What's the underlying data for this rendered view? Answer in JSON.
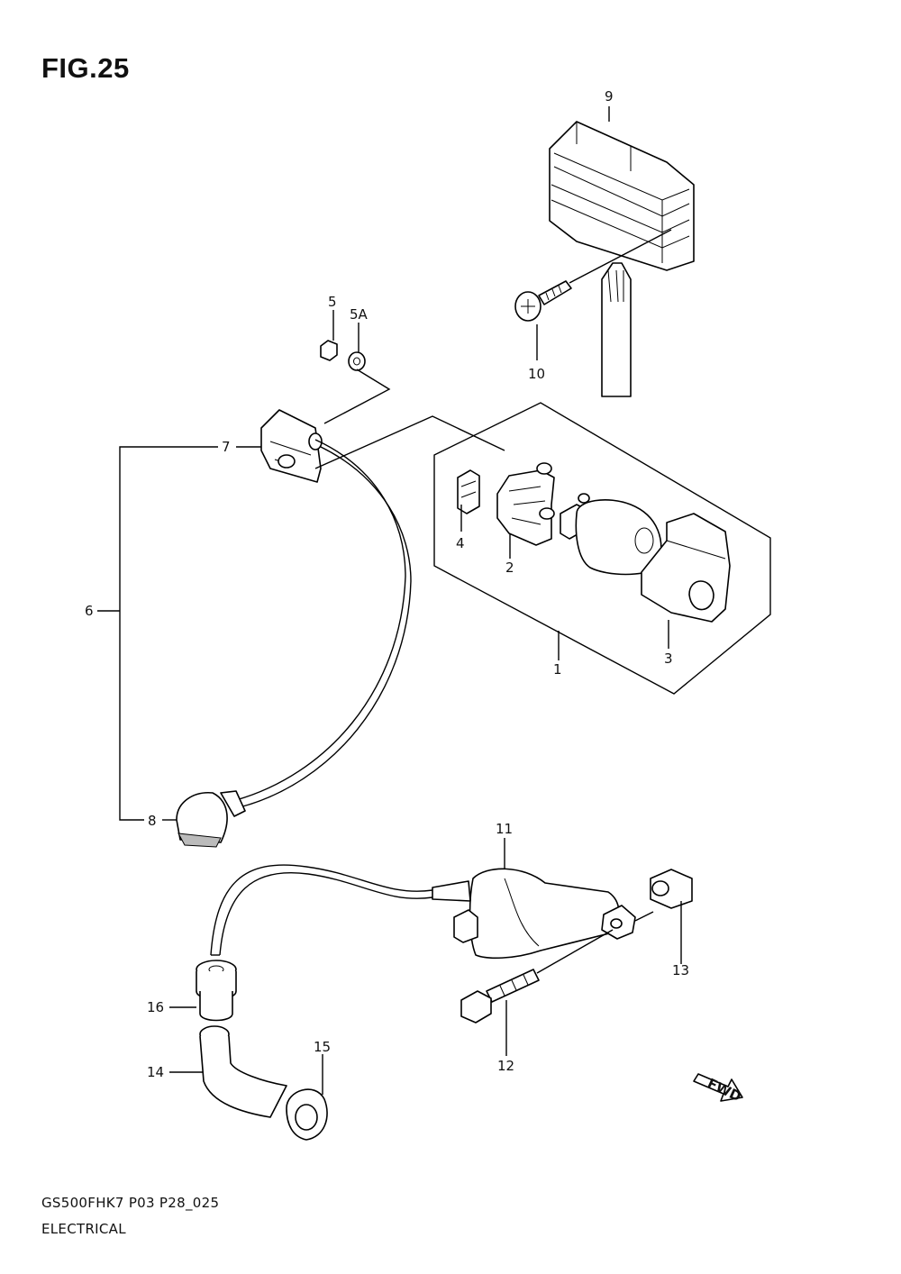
{
  "figure": {
    "title": "FIG.25"
  },
  "callouts": [
    {
      "id": "1",
      "text": "1"
    },
    {
      "id": "2",
      "text": "2"
    },
    {
      "id": "3",
      "text": "3"
    },
    {
      "id": "4",
      "text": "4"
    },
    {
      "id": "5",
      "text": "5"
    },
    {
      "id": "5A",
      "text": "5A"
    },
    {
      "id": "6",
      "text": "6"
    },
    {
      "id": "7",
      "text": "7"
    },
    {
      "id": "8",
      "text": "8"
    },
    {
      "id": "9",
      "text": "9"
    },
    {
      "id": "10",
      "text": "10"
    },
    {
      "id": "11",
      "text": "11"
    },
    {
      "id": "12",
      "text": "12"
    },
    {
      "id": "13",
      "text": "13"
    },
    {
      "id": "14",
      "text": "14"
    },
    {
      "id": "15",
      "text": "15"
    },
    {
      "id": "16",
      "text": "16"
    }
  ],
  "badge": {
    "text": "FWD"
  },
  "footer": {
    "code": "GS500FHK7 P03 P28_025",
    "section": "ELECTRICAL"
  }
}
